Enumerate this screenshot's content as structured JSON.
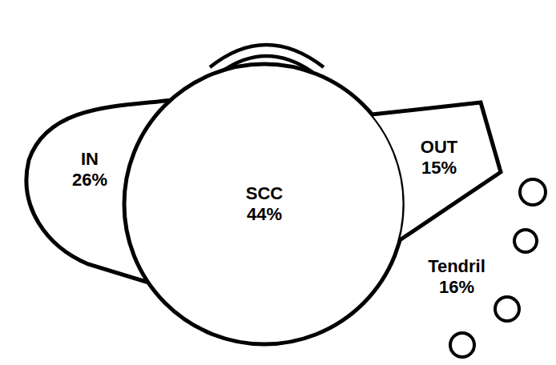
{
  "diagram": {
    "nodes": [
      {
        "text": [
          "IN 26%"
        ]
      },
      {
        "text": [
          "SCC 44%"
        ]
      },
      {
        "text": [
          "OUT 15%"
        ]
      }
    ],
    "labels": [
      "Tendril 16%"
    ]
  }
}
